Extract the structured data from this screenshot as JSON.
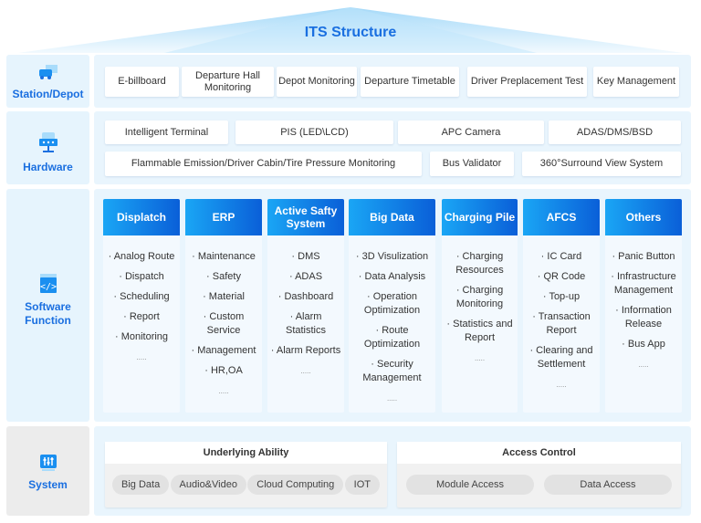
{
  "title": "ITS Structure",
  "rows": {
    "station": {
      "label": "Station/Depot",
      "items": [
        "E-billboard",
        "Departure Hall Monitoring",
        "Depot Monitoring",
        "Departure Timetable",
        "Driver Preplacement Test",
        "Key Management"
      ]
    },
    "hardware": {
      "label": "Hardware",
      "row1": [
        "Intelligent Terminal",
        "PIS (LED\\LCD)",
        "APC Camera",
        "ADAS/DMS/BSD"
      ],
      "row2": [
        "Flammable Emission/Driver Cabin/Tire Pressure Monitoring",
        "Bus Validator",
        "360°Surround View System"
      ]
    },
    "software": {
      "label": "Software Function",
      "columns": [
        {
          "title": "Displatch",
          "items": [
            "Analog Route",
            "Dispatch",
            "Scheduling",
            "Report",
            "Monitoring"
          ],
          "more": "....."
        },
        {
          "title": "ERP",
          "items": [
            "Maintenance",
            "Safety",
            "Material",
            "Custom Service",
            "Management",
            "HR,OA"
          ],
          "more": "....."
        },
        {
          "title": "Active Safty System",
          "items": [
            "DMS",
            "ADAS",
            "Dashboard",
            "Alarm Statistics",
            "Alarm Reports"
          ],
          "more": "....."
        },
        {
          "title": "Big Data",
          "items": [
            "3D Visulization",
            "Data Analysis",
            "Operation Optimization",
            "Route Optimization",
            "Security Management"
          ],
          "more": "....."
        },
        {
          "title": "Charging Pile",
          "items": [
            "Charging Resources",
            "Charging Monitoring",
            "Statistics and Report"
          ],
          "more": "....."
        },
        {
          "title": "AFCS",
          "items": [
            "IC Card",
            "QR Code",
            "Top-up",
            "Transaction Report",
            "Clearing and Settlement"
          ],
          "more": "....."
        },
        {
          "title": "Others",
          "items": [
            "Panic Button",
            "Infrastructure Management",
            "Information Release",
            "Bus App"
          ],
          "more": "....."
        }
      ]
    },
    "system": {
      "label": "System",
      "underlying": {
        "title": "Underlying Ability",
        "items": [
          "Big Data",
          "Audio&Video",
          "Cloud Computing",
          "IOT"
        ]
      },
      "access": {
        "title": "Access Control",
        "items": [
          "Module Access",
          "Data Access"
        ]
      }
    }
  },
  "colors": {
    "accent": "#1a6fe0"
  }
}
